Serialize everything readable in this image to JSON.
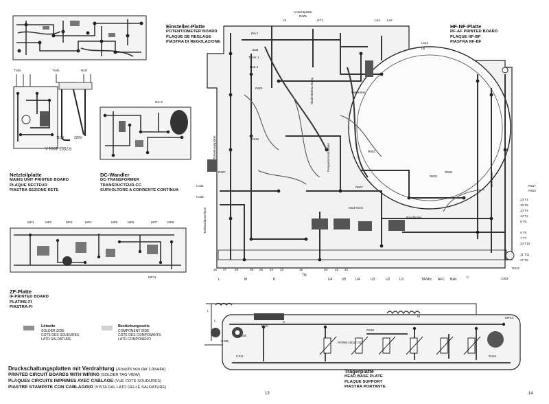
{
  "boards": {
    "einsteller": {
      "title": "Einsteller-Platte",
      "lines": [
        "POTENTIOMETER BOARD",
        "PLAQUE DE REGLAGE",
        "PIASTRA DI REGOLAZIONE"
      ]
    },
    "hfnf": {
      "title": "HF-NF-Platte",
      "lines": [
        "RF-AF PRINTED BOARD",
        "PLAQUE HF-BF",
        "PIASTRA RF-BF"
      ]
    },
    "netzteil": {
      "title": "Netzteilplatte",
      "lines": [
        "MAINS UNIT PRINTED BOARD",
        "PLAQUE SECTEUR",
        "PIASTRA SEZIONE RETE"
      ]
    },
    "dcwandler": {
      "title": "DC-Wandler",
      "lines": [
        "DC-TRANSFORMER",
        "TRANSDUCTEUR-CC",
        "SURVOLTORE A CORRENTE CONTINUA"
      ]
    },
    "zf": {
      "title": "ZF-Platte",
      "lines": [
        "IF-PRINTED BOARD",
        "PLATINE-FI",
        "PIASTRA-FI"
      ]
    },
    "traeger": {
      "title": "Trägerplatte",
      "lines": [
        "HEAD BASE PLATE",
        "PLAQUE SUPPORT",
        "PIASTRA PORTANTE"
      ]
    }
  },
  "legend": {
    "solder": {
      "lines": [
        "Lötseite",
        "SOLDER SIDE",
        "COTE DES SOUDURES",
        "LATO SALDATURE"
      ],
      "color": "#8f8f8f"
    },
    "component": {
      "lines": [
        "Bestückungsseite",
        "COMPONENT SIDE",
        "COTE DES COMPOSANTS",
        "LATO COMPONENTI"
      ],
      "color": "#d4d4d4"
    }
  },
  "footer": {
    "line1": {
      "bold": "Druckschaltungsplatten mit Verdrahtung",
      "normal": "(Ansicht von der Lötseite)"
    },
    "line2": {
      "bold": "PRINTED CIRCUIT BOARDS WITH WIRING",
      "normal": "(SOLDER TAG VIEW)"
    },
    "line3": {
      "bold": "PLAQUES CIRCUITS IMPRIMES AVEC CABLAGE",
      "normal": "(VUE COTE SOUDURES)"
    },
    "line4": {
      "bold": "PIASTRE STAMPATE CON CABLAGGIO",
      "normal": "(VISTA DAL LATO DELLE SALDATURE)"
    }
  },
  "page_numbers": {
    "left": "13",
    "right": "14"
  },
  "annotations": {
    "netzteil_top": [
      "Trafo",
      "Trafo",
      "Netz"
    ],
    "voltages": [
      "110V",
      "220V"
    ],
    "dc_top": "DC-S",
    "hf_top": [
      "Ansichtplatte",
      "L5",
      "HT1",
      "R605",
      "La3",
      "La2"
    ],
    "hf_left": [
      "Ein 2",
      "Batt",
      "Timer 1",
      "Batt 3",
      "R601",
      "R519",
      "R607",
      "C431",
      "C432",
      "Tonbandanschluss"
    ],
    "hf_inner": [
      "Skalenbeleuchtung",
      "Netzkabel",
      "R602",
      "Frequenzmodulation",
      "Mod-Kreis",
      "R608",
      "R603",
      "R607",
      "Bereichsw.",
      "Bandbreite",
      "Tonleitungsplatte"
    ],
    "hf_right_top": [
      "Lsp1",
      "L6"
    ],
    "hf_right_conns": [
      "R617",
      "R623",
      "13 T1",
      "15 T5",
      "14 T4",
      "12 T2",
      "8 T8",
      "6 T6",
      "7 T7",
      "10 T10",
      "11 T11",
      "17 T8",
      "R812",
      "C801"
    ],
    "hf_bottom_nums": [
      "26",
      "27",
      "28",
      "29",
      "25",
      "24",
      "23",
      "20",
      "21",
      "22",
      "19"
    ],
    "hf_bottom_labels": [
      "L",
      "M",
      "K",
      "TN",
      "U4",
      "U5",
      "U4",
      "U3",
      "U2",
      "U1",
      "TA/Mic",
      "AFC",
      "Batt."
    ],
    "zf_tp": [
      "MP1",
      "MP2",
      "MP3",
      "MP4",
      "MP5",
      "MP6",
      "MP7",
      "MP8",
      "MP11"
    ],
    "traeger_labels": [
      "L",
      "L",
      "M",
      "C435",
      "C436",
      "C411",
      "C410",
      "K",
      "R418",
      "R419",
      "MP14"
    ],
    "stamp": "R7055-1001 / 023"
  }
}
